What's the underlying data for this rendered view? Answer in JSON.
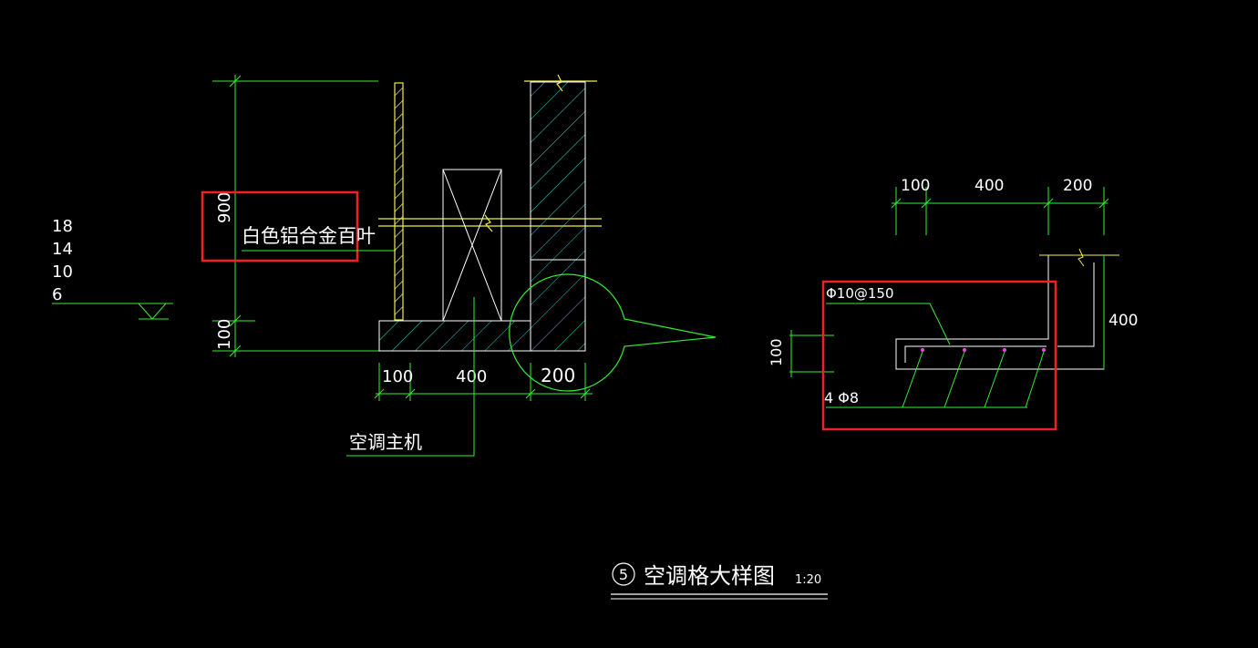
{
  "colors": {
    "background": "#000000",
    "dimension": "#33ee33",
    "text": "#ffffff",
    "concrete_hatch": "#22dddd",
    "louver": "#eeee44",
    "highlight_box": "#ee2222",
    "rebar_dot": "#ee44ee"
  },
  "elevation_marks": [
    "18",
    "14",
    "10",
    "6"
  ],
  "section": {
    "height_dim_top": "900",
    "height_dim_bottom": "100",
    "louver_label": "白色铝合金百叶",
    "width_dims": [
      "100",
      "400",
      "200"
    ],
    "unit_label": "空调主机"
  },
  "detail": {
    "top_dims": [
      "100",
      "400",
      "200"
    ],
    "right_dim": "400",
    "left_dim": "100",
    "rebar_top": "Φ10@150",
    "rebar_bottom": "4 Φ8"
  },
  "title": {
    "number": "5",
    "text": "空调格大样图",
    "scale": "1:20"
  }
}
